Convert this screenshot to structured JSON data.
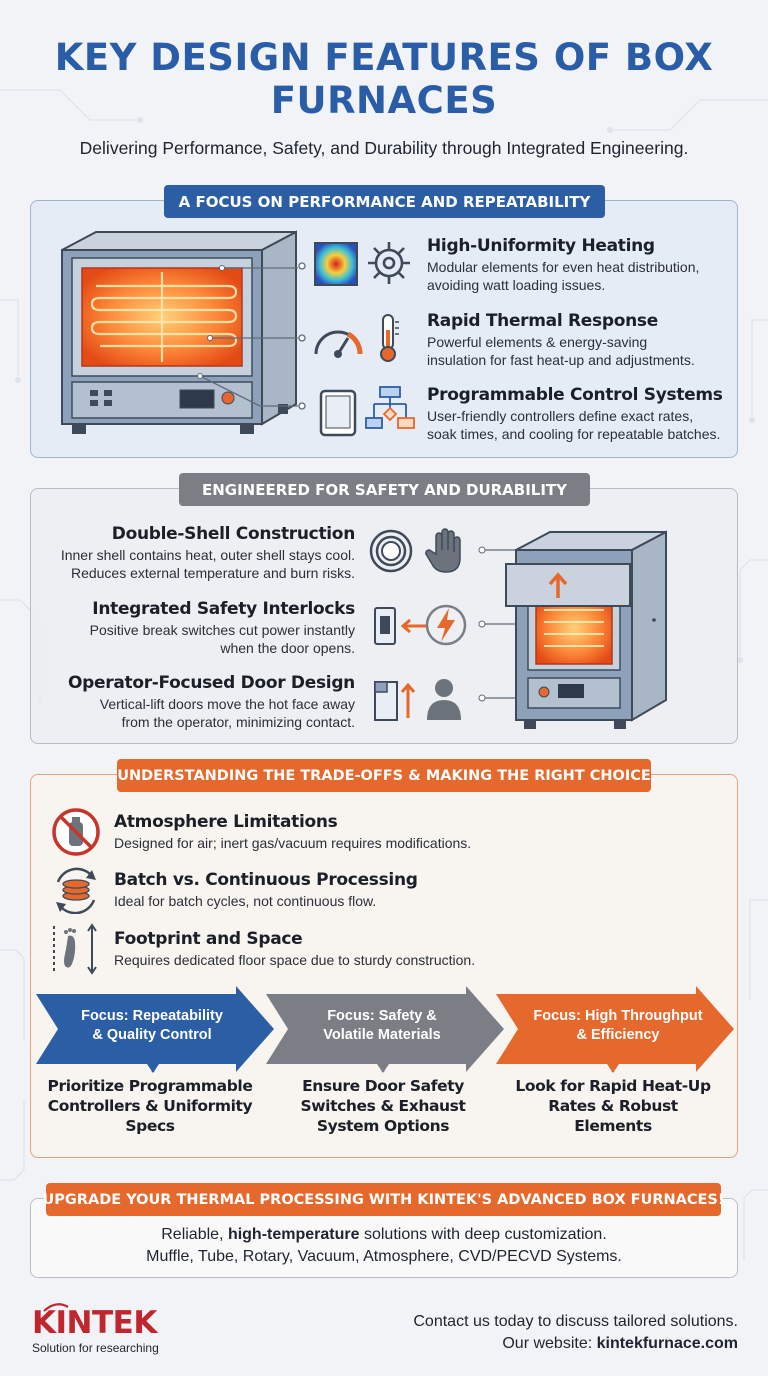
{
  "header": {
    "title": "KEY DESIGN FEATURES OF BOX FURNACES",
    "subtitle": "Delivering Performance, Safety, and Durability through Integrated Engineering."
  },
  "performance": {
    "banner": "A FOCUS ON PERFORMANCE AND REPEATABILITY",
    "features": [
      {
        "title": "High-Uniformity Heating",
        "desc_1": "Modular elements for even heat distribution,",
        "desc_2": "avoiding watt loading issues.",
        "icons": [
          "heatmap-icon",
          "gear-icon"
        ]
      },
      {
        "title": "Rapid Thermal Response",
        "desc_1": "Powerful elements & energy-saving",
        "desc_2": "insulation for fast heat-up and adjustments.",
        "icons": [
          "gauge-icon",
          "thermometer-icon"
        ]
      },
      {
        "title": "Programmable Control Systems",
        "desc_1": "User-friendly controllers define exact rates,",
        "desc_2": "soak times, and cooling for repeatable batches.",
        "icons": [
          "tablet-icon",
          "flowchart-icon"
        ]
      }
    ]
  },
  "safety": {
    "banner": "ENGINEERED FOR SAFETY AND DURABILITY",
    "features": [
      {
        "title": "Double-Shell Construction",
        "desc_1": "Inner shell contains heat, outer shell stays cool.",
        "desc_2": "Reduces external temperature and burn risks.",
        "icons": [
          "double-ring-icon",
          "hand-icon"
        ]
      },
      {
        "title": "Integrated Safety Interlocks",
        "desc_1": "Positive break switches cut power instantly",
        "desc_2": "when the door opens.",
        "icons": [
          "switch-icon",
          "lightning-icon"
        ]
      },
      {
        "title": "Operator-Focused Door Design",
        "desc_1": "Vertical-lift doors move the hot face away",
        "desc_2": "from the operator, minimizing contact.",
        "icons": [
          "door-icon",
          "person-icon"
        ]
      }
    ]
  },
  "tradeoffs": {
    "banner": "UNDERSTANDING THE TRADE-OFFS & MAKING THE RIGHT CHOICE",
    "items": [
      {
        "title": "Atmosphere Limitations",
        "desc": "Designed for air; inert gas/vacuum requires modifications.",
        "icon": "no-gas-icon"
      },
      {
        "title": "Batch vs. Continuous Processing",
        "desc": "Ideal for batch cycles, not continuous flow.",
        "icon": "batch-cycle-icon"
      },
      {
        "title": "Footprint and Space",
        "desc": "Requires dedicated floor space due to sturdy construction.",
        "icon": "footprint-icon"
      }
    ],
    "focus": [
      {
        "line_1": "Focus: Repeatability",
        "line_2": "& Quality Control",
        "color": "#2c5ea6",
        "out_1": "Prioritize Programmable",
        "out_2": "Controllers & Uniformity",
        "out_3": "Specs"
      },
      {
        "line_1": "Focus: Safety &",
        "line_2": "Volatile Materials",
        "color": "#7b7f85",
        "out_1": "Ensure Door Safety",
        "out_2": "Switches & Exhaust",
        "out_3": "System Options"
      },
      {
        "line_1": "Focus: High Throughput",
        "line_2": "& Efficiency",
        "color": "#e5692c",
        "out_1": "Look for Rapid Heat-Up",
        "out_2": "Rates & Robust",
        "out_3": "Elements"
      }
    ]
  },
  "cta": {
    "banner": "UPGRADE YOUR THERMAL PROCESSING WITH KINTEK'S ADVANCED BOX FURNACES!",
    "line_1_pre": "Reliable, ",
    "line_1_bold": "high-temperature",
    "line_1_post": " solutions with deep customization.",
    "line_2": "Muffle, Tube, Rotary, Vacuum, Atmosphere, CVD/PECVD Systems."
  },
  "footer": {
    "brand": "KINTEK",
    "tagline": "Solution for researching",
    "contact_line": "Contact us today to discuss tailored solutions.",
    "website_label": "Our website: ",
    "website": "kintekfurnace.com"
  },
  "colors": {
    "blue": "#2c5ea6",
    "gray": "#7b7f85",
    "orange": "#e5692c",
    "brand_red": "#c0262d"
  }
}
